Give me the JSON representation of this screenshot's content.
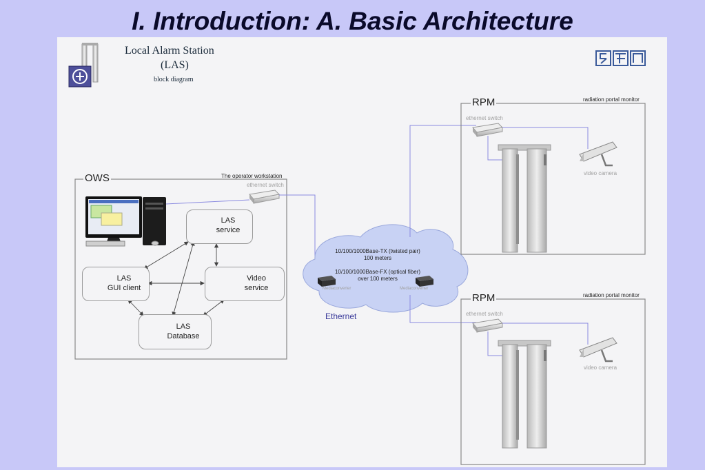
{
  "slide_title": "I. Introduction: A. Basic Architecture",
  "diagram": {
    "heading": {
      "line1": "Local Alarm Station",
      "line2": "(LAS)",
      "line3": "block diagram"
    },
    "ows": {
      "label": "OWS",
      "description": "The operator workstation",
      "switch_label": "ethernet switch",
      "nodes": {
        "las_service": {
          "line1": "LAS",
          "line2": "service"
        },
        "gui_client": {
          "line1": "LAS",
          "line2": "GUI client"
        },
        "video_service": {
          "line1": "Video",
          "line2": "service"
        },
        "database": {
          "line1": "LAS",
          "line2": "Database"
        }
      }
    },
    "network": {
      "label": "Ethernet",
      "tx_line1": "10/100/1000Base-TX (twisted pair)",
      "tx_line2": "100 meters",
      "fx_line1": "10/100/1000Base-FX (optical fiber)",
      "fx_line2": "over 100 meters",
      "converter_left": "Mediaconverter",
      "converter_right": "Mediaconverter"
    },
    "rpm_top": {
      "label": "RPM",
      "description": "radiation portal monitor",
      "switch_label": "ethernet switch",
      "camera_label": "video camera"
    },
    "rpm_bottom": {
      "label": "RPM",
      "description": "radiation portal monitor",
      "switch_label": "ethernet switch",
      "camera_label": "video camera"
    }
  },
  "colors": {
    "background": "#c8c8f8",
    "panel": "#f4f4f6",
    "cloud": "#c8d2f4",
    "link": "#8a8ae0"
  }
}
